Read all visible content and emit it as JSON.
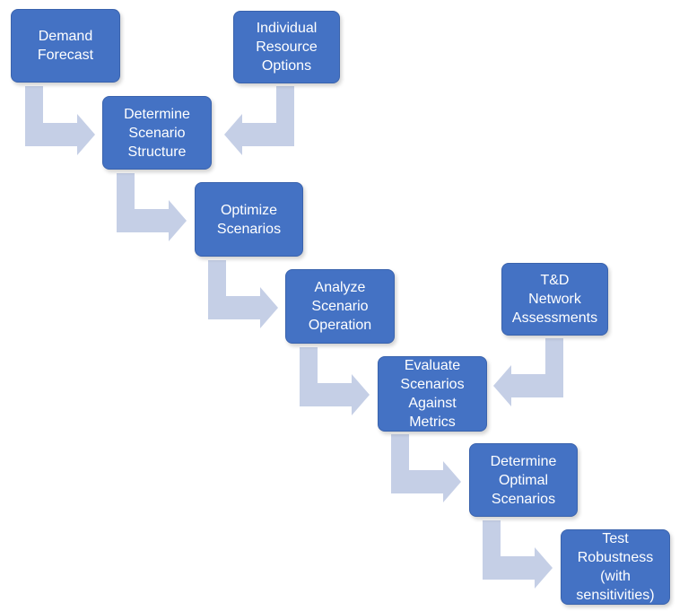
{
  "colors": {
    "box_fill": "#4472c4",
    "box_text": "#ffffff",
    "arrow_fill": "#c5cfe6"
  },
  "boxes": {
    "demand_forecast": "Demand\nForecast",
    "individual_resource_options": "Individual\nResource\nOptions",
    "determine_scenario_structure": "Determine\nScenario\nStructure",
    "optimize_scenarios": "Optimize\nScenarios",
    "analyze_scenario_operation": "Analyze\nScenario\nOperation",
    "td_network_assessments": "T&D\nNetwork\nAssessments",
    "evaluate_scenarios_against_metrics": "Evaluate\nScenarios\nAgainst\nMetrics",
    "determine_optimal_scenarios": "Determine\nOptimal\nScenarios",
    "test_robustness": "Test\nRobustness\n(with\nsensitivities)"
  }
}
